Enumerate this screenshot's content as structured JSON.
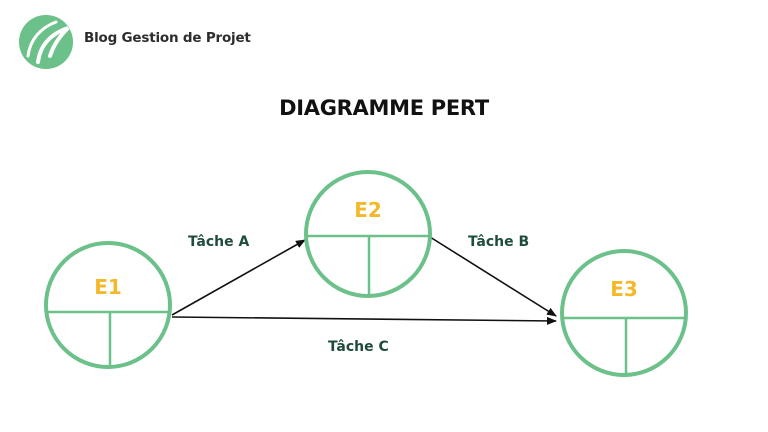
{
  "header": {
    "brand_name": "Blog Gestion de Projet",
    "logo_icon": "leaf-logo-icon"
  },
  "diagram": {
    "title": "DIAGRAMME PERT",
    "nodes": [
      {
        "id": "E1",
        "label": "E1"
      },
      {
        "id": "E2",
        "label": "E2"
      },
      {
        "id": "E3",
        "label": "E3"
      }
    ],
    "edges": [
      {
        "from": "E1",
        "to": "E2",
        "label": "Tâche A"
      },
      {
        "from": "E2",
        "to": "E3",
        "label": "Tâche B"
      },
      {
        "from": "E1",
        "to": "E3",
        "label": "Tâche C"
      }
    ],
    "colors": {
      "node_outline": "#6cc08a",
      "node_label": "#f4b92b",
      "edge_label": "#1f4d3c",
      "arrow": "#111111"
    }
  }
}
